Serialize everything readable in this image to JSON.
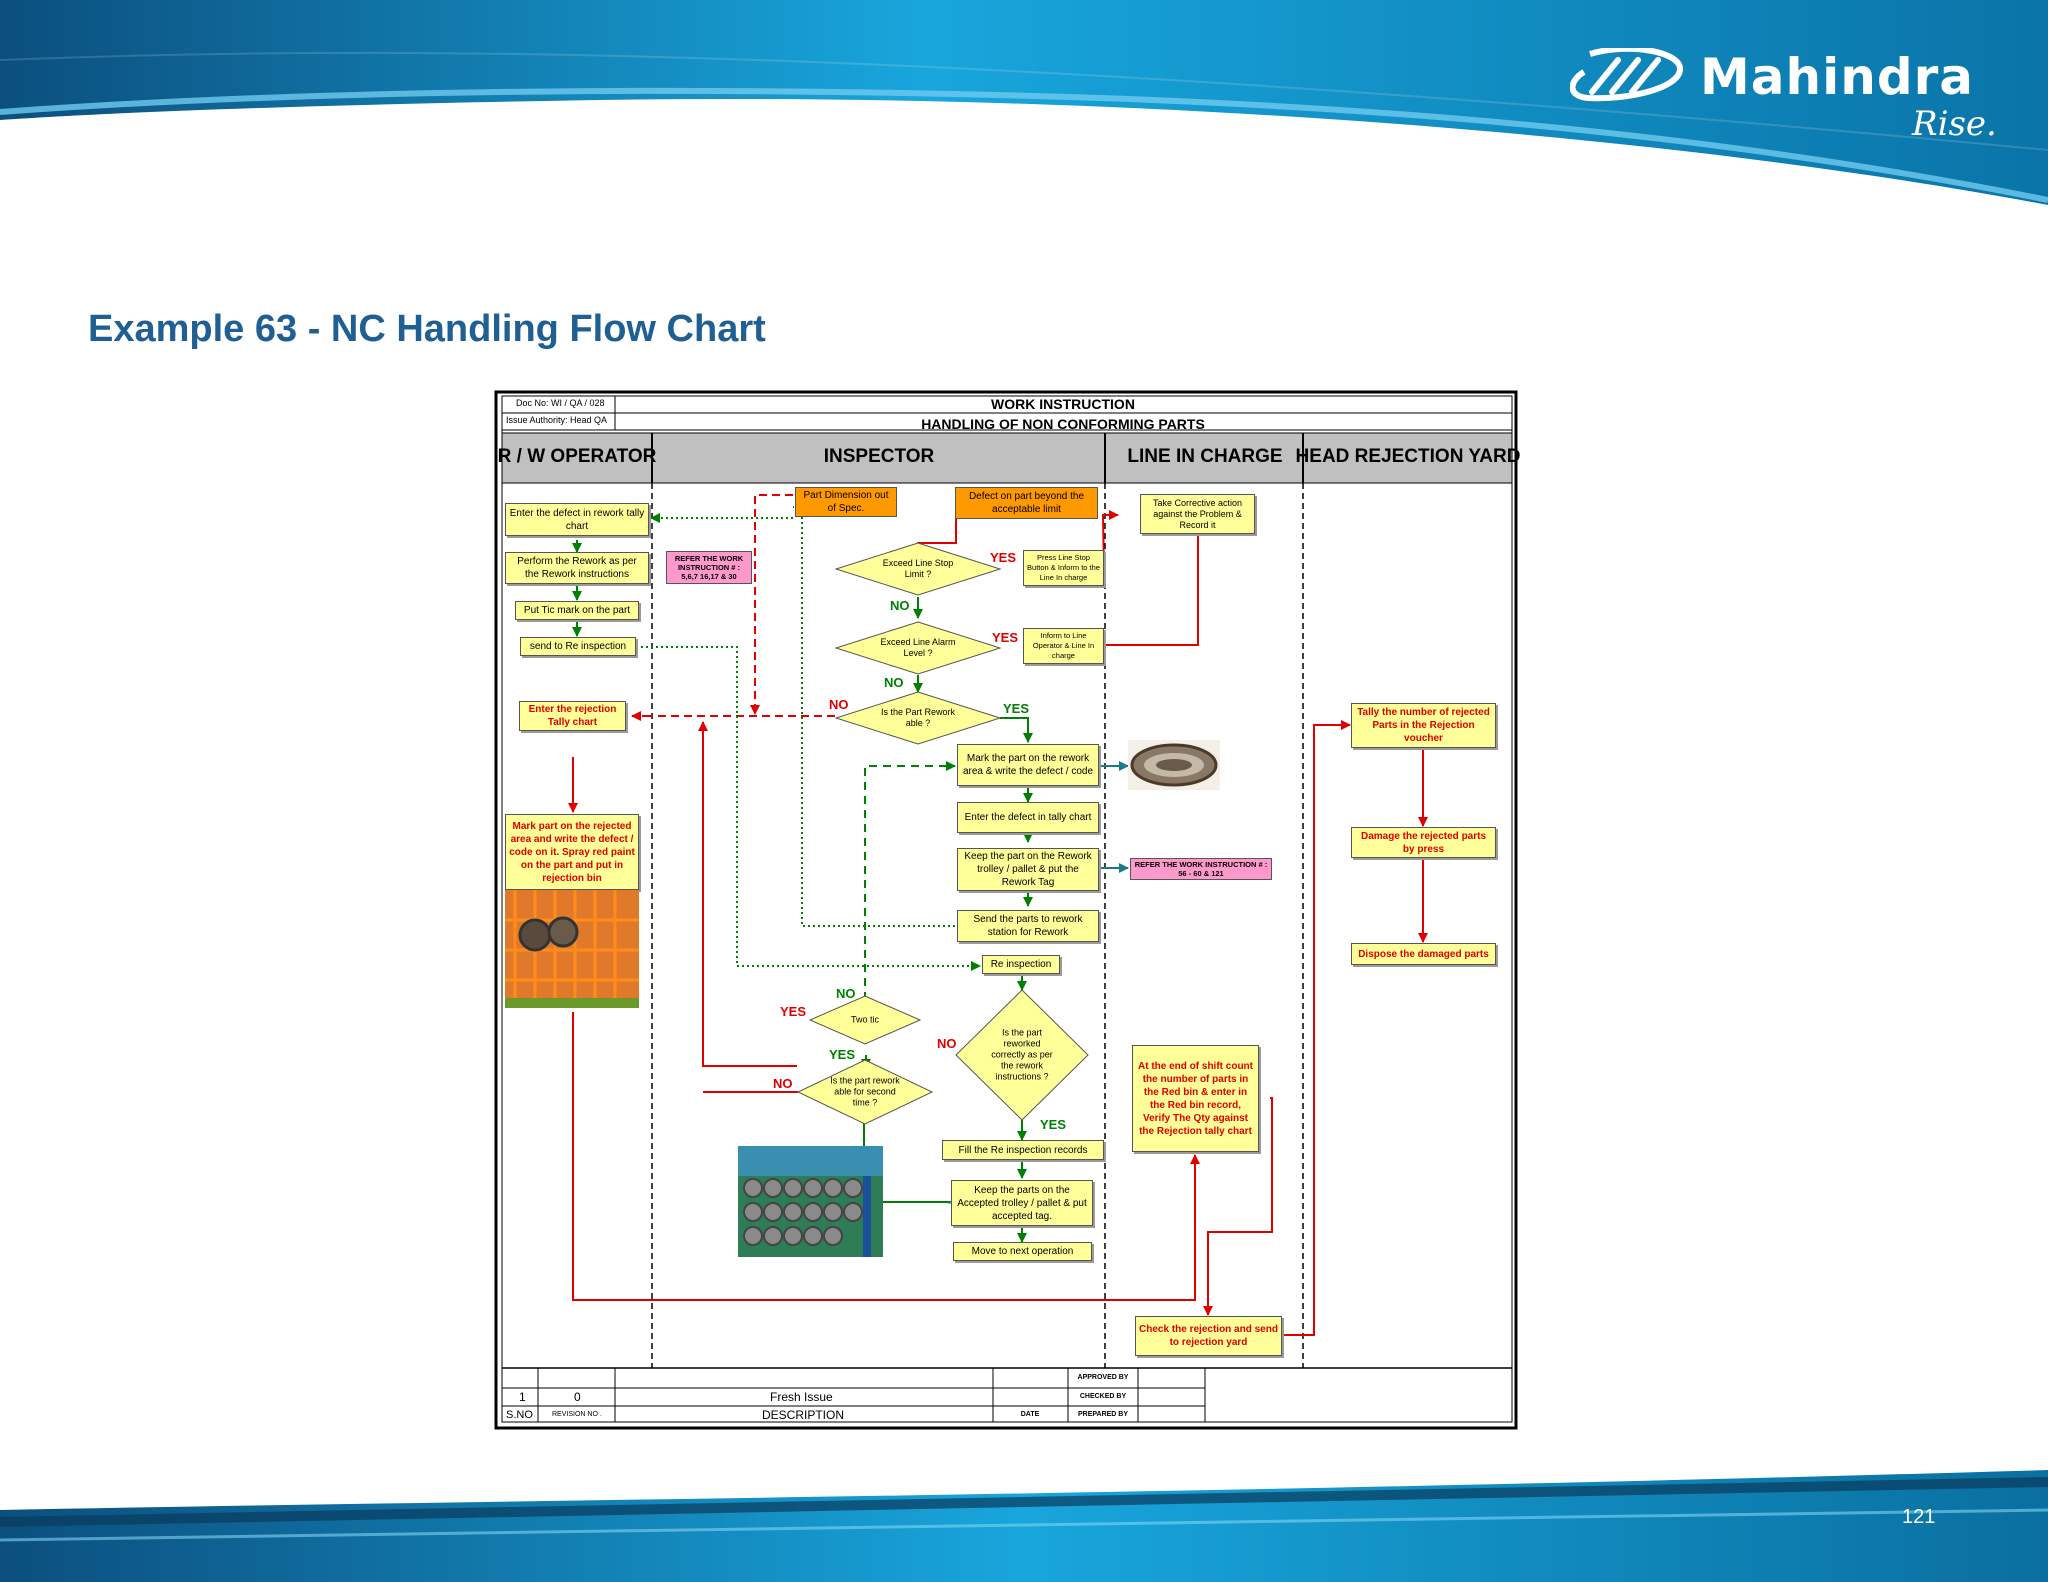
{
  "brand": {
    "name": "Mahindra",
    "tagline": "Rise.",
    "logo_icon": "mahindra-logo-icon"
  },
  "page": {
    "title": "Example 63 - NC Handling Flow Chart",
    "number": "121"
  },
  "colors": {
    "title": "#1f5f93",
    "banner": "#0a7fb3",
    "process_box": "#ffff99",
    "trigger_box": "#ff9900",
    "reference_box": "#ff99cc",
    "yes_red": "#e00000",
    "no_green": "#008000"
  },
  "document": {
    "doc_no": "Doc No: WI / QA / 028",
    "issue_authority": "Issue Authority: Head QA",
    "title_line1": "WORK INSTRUCTION",
    "title_line2": "HANDLING  OF NON CONFORMING PARTS"
  },
  "lanes": [
    "R / W OPERATOR",
    "INSPECTOR",
    "LINE IN CHARGE",
    "HEAD REJECTION YARD"
  ],
  "rw_operator": {
    "enter_defect": "Enter the defect in rework tally chart",
    "perform_rework": "Perform the Rework as per the Rework instructions",
    "put_tic": "Put Tic mark on the part",
    "send_reinspection": "send to Re inspection",
    "enter_rejection": "Enter the rejection Tally chart",
    "mark_rejected": "Mark part on the rejected area and write the defect / code on it. Spray red paint on the part and put in rejection bin"
  },
  "references": {
    "ref1": "REFER THE WORK INSTRUCTION # : 5,6,7 16,17 & 30",
    "ref2": "REFER THE WORK INSTRUCTION # : 56 - 60 & 121"
  },
  "inspector": {
    "part_dim": "Part Dimension out of Spec.",
    "defect_beyond": "Defect on part beyond the acceptable limit",
    "q_line_stop": "Exceed Line Stop Limit ?",
    "q_line_alarm": "Exceed Line Alarm Level ?",
    "q_rework_able": "Is the Part Rework able ?",
    "mark_rework": "Mark the part on the rework area & write the defect / code",
    "enter_tally": "Enter the defect in tally chart",
    "keep_rework": "Keep the part on the Rework trolley / pallet & put the Rework Tag",
    "send_rework_station": "Send the parts to rework station for Rework",
    "re_inspection": "Re inspection",
    "q_reworked_correctly": "Is the part reworked correctly as per the rework instructions ?",
    "q_two_tic": "Two tic",
    "q_second_time": "Is the part rework able for second time ?",
    "fill_records": "Fill the Re inspection records",
    "keep_accepted": "Keep the parts on the Accepted trolley / pallet & put accepted tag.",
    "move_next": "Move to next operation"
  },
  "line_in_charge": {
    "take_action": "Take Corrective action against the Problem & Record it",
    "press_stop": "Press Line Stop Button & Inform to the Line In charge",
    "inform_line": "Inform to Line Operator & Line In charge",
    "end_of_shift": "At the end of shift count the number of parts in the Red bin & enter in the Red bin record, Verify The Qty against the Rejection tally chart",
    "check_rejection": "Check the rejection and send to rejection yard"
  },
  "head_rejection_yard": {
    "tally_number": "Tally the number of rejected Parts in the Rejection voucher",
    "damage_parts": "Damage the rejected parts by press",
    "dispose": "Dispose the damaged parts"
  },
  "labels": {
    "yes": "YES",
    "no": "NO"
  },
  "footer": {
    "sno_value": "1",
    "rev_value": "0",
    "description_value": "Fresh Issue",
    "sno_header": "S.NO",
    "rev_header": "REVISION NO .",
    "description_header": "DESCRIPTION",
    "date_header": "DATE",
    "approved_by": "APPROVED BY",
    "checked_by": "CHECKED BY",
    "prepared_by": "PREPARED BY"
  }
}
